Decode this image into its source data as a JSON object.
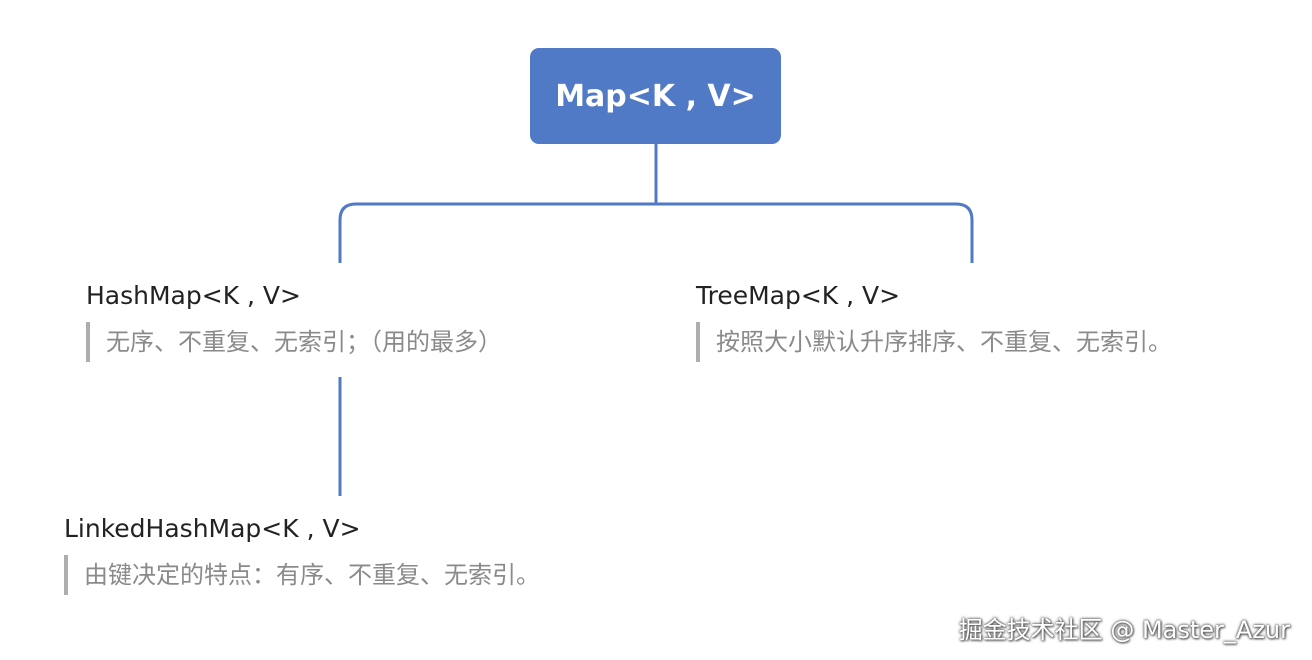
{
  "diagram": {
    "root": {
      "label": "Map<K , V>"
    },
    "nodes": {
      "hashmap": {
        "title": "HashMap<K , V>",
        "description": "无序、不重复、无索引；（用的最多）"
      },
      "treemap": {
        "title": "TreeMap<K , V>",
        "description": "按照大小默认升序排序、不重复、无索引。"
      },
      "linked_hashmap": {
        "title": "LinkedHashMap<K , V>",
        "description": "由键决定的特点：有序、不重复、无索引。"
      }
    },
    "colors": {
      "node_fill": "#5079c6",
      "connector": "#5079c6",
      "description_bar": "#aeaeae",
      "description_text": "#8a8a8a",
      "title_text": "#222222"
    }
  },
  "watermark": "掘金技术社区 @ Master_Azur"
}
